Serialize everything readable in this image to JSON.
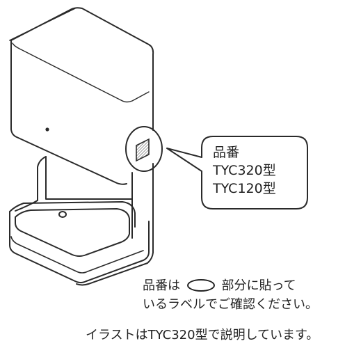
{
  "callout": {
    "line1": "品番",
    "line2": "TYC320型",
    "line3": "TYC120型"
  },
  "note": {
    "part1": "品番は",
    "part2": "部分に貼って",
    "line2": "いるラベルでご確認ください。"
  },
  "caption": "イラストはTYC320型で説明しています。",
  "icons": {
    "oval": "oval-marker-icon",
    "label": "product-label-icon",
    "sensor": "sensor-dot-icon"
  }
}
